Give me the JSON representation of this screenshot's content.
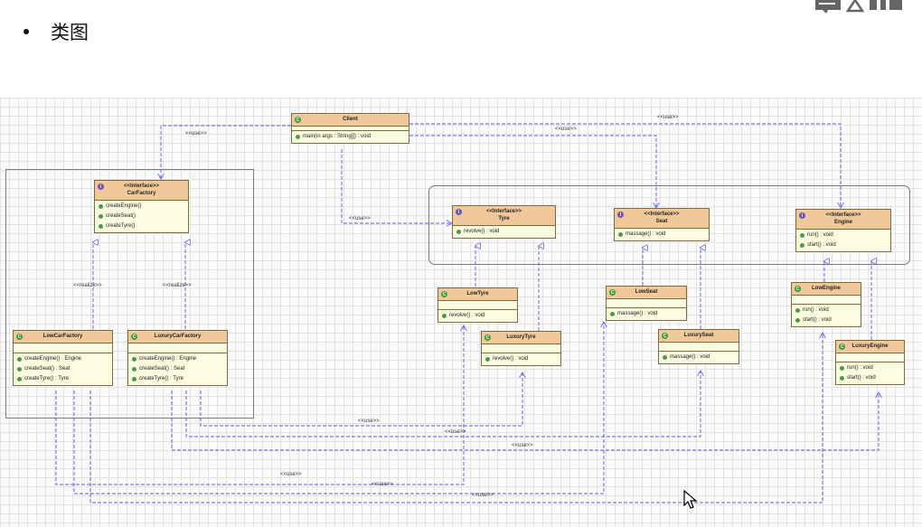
{
  "slide": {
    "title": "类图"
  },
  "classes": {
    "client": {
      "name": "Client",
      "ops": [
        "main(in args : String[]) : void"
      ]
    },
    "car_factory": {
      "stereotype": "<<Interface>>",
      "name": "CarFactory",
      "ops": [
        "createEngine()",
        "createSeat()",
        "createTyre()"
      ]
    },
    "low_car_factory": {
      "name": "LowCarFactory",
      "ops": [
        "createEngine() : Engine",
        "createSeat() : Seat",
        "createTyre() : Tyre"
      ]
    },
    "luxury_car_factory": {
      "name": "LuxuryCarFactory",
      "ops": [
        "createEngine() : Engine",
        "createSeat() : Seat",
        "createTyre() : Tyre"
      ]
    },
    "tyre": {
      "stereotype": "<<Interface>>",
      "name": "Tyre",
      "ops": [
        "revolve() : void"
      ]
    },
    "seat": {
      "stereotype": "<<Interface>>",
      "name": "Seat",
      "ops": [
        "massage() : void"
      ]
    },
    "engine": {
      "stereotype": "<<Interface>>",
      "name": "Engine",
      "ops": [
        "run() : void",
        "start() : void"
      ]
    },
    "low_tyre": {
      "name": "LowTyre",
      "ops": [
        "revolve() : void"
      ]
    },
    "luxury_tyre": {
      "name": "LuxuryTyre",
      "ops": [
        "revolve() : void"
      ]
    },
    "low_seat": {
      "name": "LowSeat",
      "ops": [
        "massage() : void"
      ]
    },
    "luxury_seat": {
      "name": "LuxurySeat",
      "ops": [
        "massage() : void"
      ]
    },
    "low_engine": {
      "name": "LowEngine",
      "ops": [
        "run() : void",
        "start() : void"
      ]
    },
    "luxury_engine": {
      "name": "LuxuryEngine",
      "ops": [
        "run() : void",
        "start() : void"
      ]
    }
  },
  "labels": {
    "use": "<<use>>",
    "realize": "<<realize>>"
  },
  "colors": {
    "header": "#f0c89a",
    "body": "#fbfbe0",
    "wire": "#5a5ae0"
  }
}
